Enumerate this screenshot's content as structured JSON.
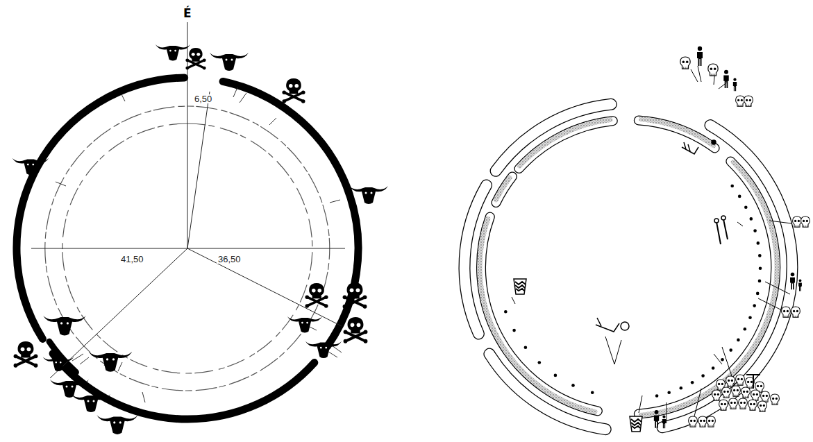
{
  "diagram": {
    "labels": [
      "É",
      "6,50",
      "41,50",
      "36,50"
    ]
  }
}
